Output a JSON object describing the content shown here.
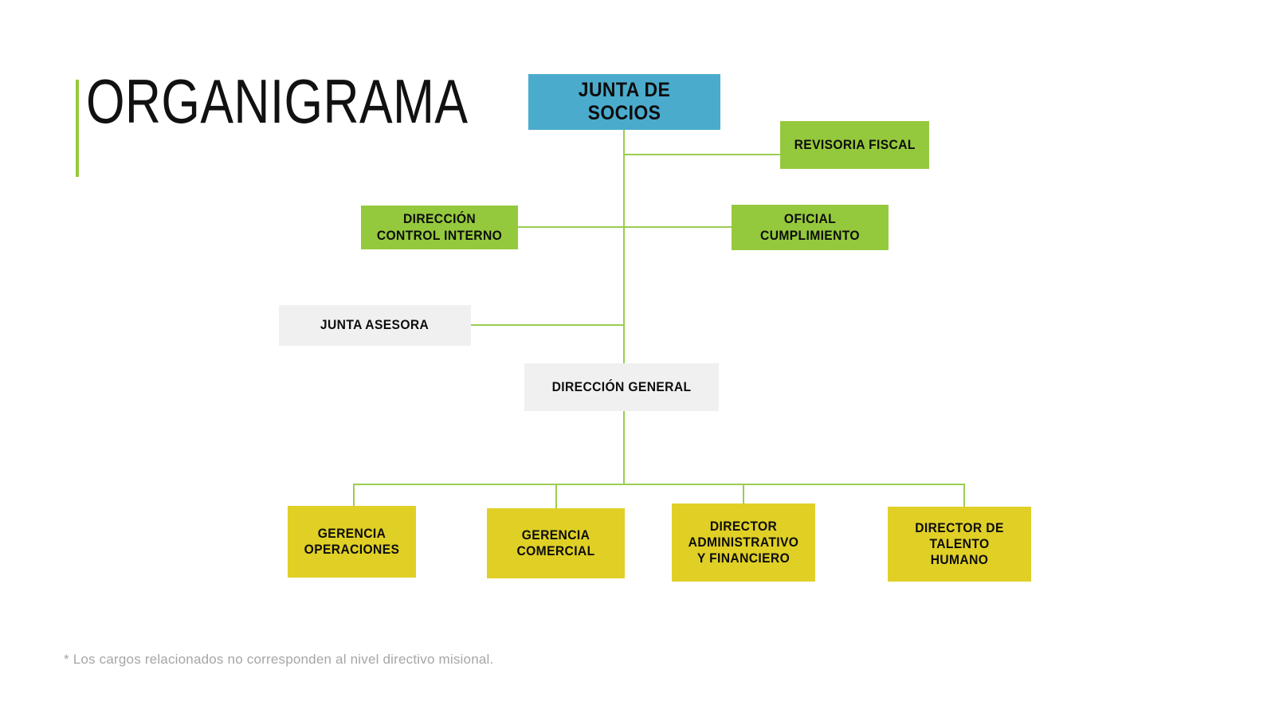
{
  "slide": {
    "title": "ORGANIGRAMA",
    "footnote": "* Los cargos relacionados no corresponden al nivel directivo misional.",
    "background_color": "#FFFFFF"
  },
  "palette": {
    "accent_green": "#95C93D",
    "connector_green": "#9ACD4F",
    "blue": "#4BABCD",
    "green": "#95C93D",
    "gray": "#F0F0F0",
    "yellow": "#E0D026",
    "text_dark": "#0D0D0D",
    "footnote_gray": "#A6A6A6"
  },
  "chart_data": {
    "type": "diagram",
    "title": "ORGANIGRAMA",
    "nodes": [
      {
        "id": "junta-de-socios",
        "label": "JUNTA DE SOCIOS",
        "color": "blue",
        "level": 0
      },
      {
        "id": "revisoria-fiscal",
        "label": "REVISORIA FISCAL",
        "color": "green",
        "level": 1
      },
      {
        "id": "direccion-control-interno",
        "label": "DIRECCIÓN CONTROL INTERNO",
        "color": "green",
        "level": 2
      },
      {
        "id": "oficial-cumplimiento",
        "label": "OFICIAL CUMPLIMIENTO",
        "color": "green",
        "level": 2
      },
      {
        "id": "junta-asesora",
        "label": "JUNTA ASESORA",
        "color": "gray",
        "level": 3
      },
      {
        "id": "direccion-general",
        "label": "DIRECCIÓN GENERAL",
        "color": "gray",
        "level": 4
      },
      {
        "id": "gerencia-operaciones",
        "label": "GERENCIA OPERACIONES",
        "color": "yellow",
        "level": 5
      },
      {
        "id": "gerencia-comercial",
        "label": "GERENCIA COMERCIAL",
        "color": "yellow",
        "level": 5
      },
      {
        "id": "director-administrativo-financiero",
        "label": "DIRECTOR ADMINISTRATIVO Y FINANCIERO",
        "color": "yellow",
        "level": 5
      },
      {
        "id": "director-talento-humano",
        "label": "DIRECTOR DE TALENTO HUMANO",
        "color": "yellow",
        "level": 5
      }
    ],
    "edges": [
      {
        "from": "junta-de-socios",
        "to": "revisoria-fiscal"
      },
      {
        "from": "junta-de-socios",
        "to": "direccion-control-interno"
      },
      {
        "from": "junta-de-socios",
        "to": "oficial-cumplimiento"
      },
      {
        "from": "junta-de-socios",
        "to": "junta-asesora"
      },
      {
        "from": "junta-de-socios",
        "to": "direccion-general"
      },
      {
        "from": "direccion-general",
        "to": "gerencia-operaciones"
      },
      {
        "from": "direccion-general",
        "to": "gerencia-comercial"
      },
      {
        "from": "direccion-general",
        "to": "director-administrativo-financiero"
      },
      {
        "from": "direccion-general",
        "to": "director-talento-humano"
      }
    ]
  },
  "nodes": {
    "junta_de_socios": "JUNTA DE SOCIOS",
    "revisoria_fiscal": "REVISORIA FISCAL",
    "direccion_control_interno": "DIRECCIÓN CONTROL INTERNO",
    "oficial_cumplimiento": "OFICIAL CUMPLIMIENTO",
    "junta_asesora": "JUNTA ASESORA",
    "direccion_general": "DIRECCIÓN GENERAL",
    "gerencia_operaciones": "GERENCIA OPERACIONES",
    "gerencia_comercial": "GERENCIA COMERCIAL",
    "director_administrativo_financiero": "DIRECTOR ADMINISTRATIVO Y FINANCIERO",
    "director_talento_humano": "DIRECTOR DE TALENTO HUMANO"
  }
}
